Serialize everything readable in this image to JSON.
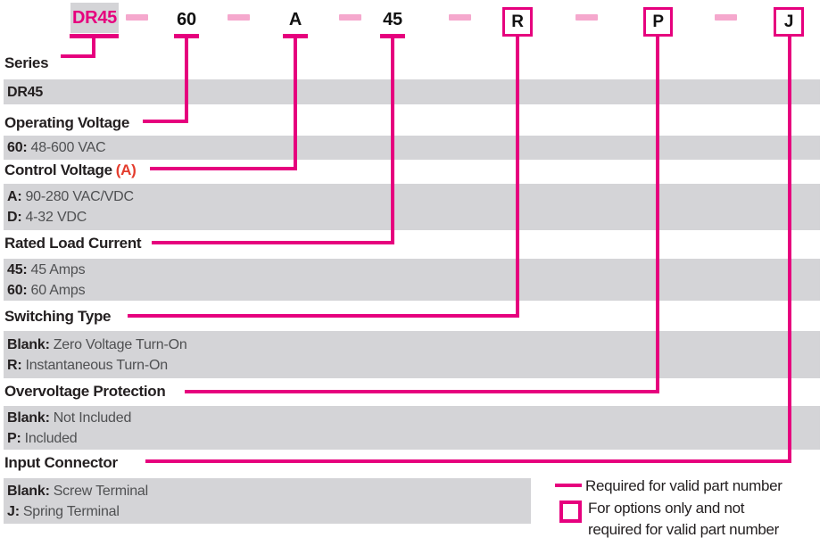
{
  "colors": {
    "magenta": "#E6007E",
    "light_pink": "#F5A8CD",
    "bar_gray": "#D4D4D7",
    "text_dark": "#231F20",
    "text_gray": "#4F5052",
    "accent_red": "#E43C2D"
  },
  "part_number": {
    "segments": [
      {
        "value": "DR45",
        "style": "highlighted"
      },
      {
        "value": "60",
        "style": "plain"
      },
      {
        "value": "A",
        "style": "plain"
      },
      {
        "value": "45",
        "style": "plain"
      },
      {
        "value": "R",
        "style": "boxed"
      },
      {
        "value": "P",
        "style": "boxed"
      },
      {
        "value": "J",
        "style": "boxed"
      }
    ]
  },
  "sections": [
    {
      "label": "Series",
      "options": [
        {
          "prefix": "DR45",
          "description": ""
        }
      ]
    },
    {
      "label": "Operating Voltage",
      "options": [
        {
          "prefix": "60:",
          "description": "48-600 VAC"
        }
      ]
    },
    {
      "label": "Control Voltage",
      "label_note": "(A)",
      "options": [
        {
          "prefix": "A:",
          "description": "90-280 VAC/VDC"
        },
        {
          "prefix": "D:",
          "description": "4-32 VDC"
        }
      ]
    },
    {
      "label": "Rated Load Current",
      "options": [
        {
          "prefix": "45:",
          "description": "45 Amps"
        },
        {
          "prefix": "60:",
          "description": "60 Amps"
        }
      ]
    },
    {
      "label": "Switching Type",
      "options": [
        {
          "prefix": "Blank:",
          "description": "Zero Voltage Turn-On"
        },
        {
          "prefix": "R:",
          "description": "Instantaneous Turn-On"
        }
      ]
    },
    {
      "label": "Overvoltage Protection",
      "options": [
        {
          "prefix": "Blank:",
          "description": "Not Included"
        },
        {
          "prefix": "P:",
          "description": "Included"
        }
      ]
    },
    {
      "label": "Input Connector",
      "options": [
        {
          "prefix": "Blank:",
          "description": "Screw Terminal"
        },
        {
          "prefix": "J:",
          "description": "Spring Terminal"
        }
      ]
    }
  ],
  "legend": {
    "required_label": "Required for valid part number",
    "optional_line1": "For options only and not",
    "optional_line2": "required for valid part number"
  }
}
